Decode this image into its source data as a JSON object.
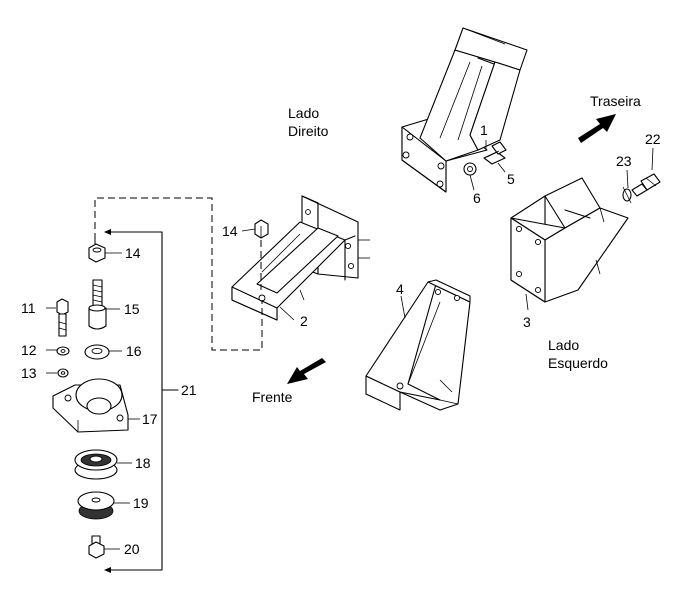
{
  "labels": {
    "lado_direito_1": "Lado",
    "lado_direito_2": "Direito",
    "lado_esquerdo_1": "Lado",
    "lado_esquerdo_2": "Esquerdo",
    "traseira": "Traseira",
    "frente": "Frente"
  },
  "callouts": {
    "c1": "1",
    "c2": "2",
    "c3": "3",
    "c4": "4",
    "c5": "5",
    "c6": "6",
    "c11": "11",
    "c12": "12",
    "c13": "13",
    "c14a": "14",
    "c14b": "14",
    "c15": "15",
    "c16": "16",
    "c17": "17",
    "c18": "18",
    "c19": "19",
    "c20": "20",
    "c21": "21",
    "c22": "22",
    "c23": "23"
  },
  "icons": {
    "arrow_rear": "arrow-right-up-icon",
    "arrow_front": "arrow-left-down-icon"
  }
}
